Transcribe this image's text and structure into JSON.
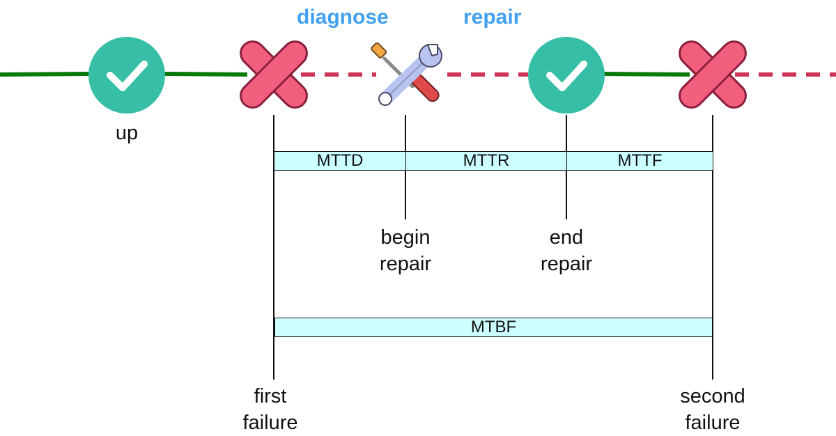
{
  "phases": {
    "diagnose": "diagnose",
    "repair": "repair"
  },
  "icons": {
    "up_check": "check-circle-icon",
    "first_failure": "x-mark-icon",
    "repair_tools": "wrench-screwdriver-icon",
    "restored_check": "check-circle-icon",
    "second_failure": "x-mark-icon"
  },
  "captions": {
    "up": "up",
    "begin_repair": [
      "begin",
      "repair"
    ],
    "end_repair": [
      "end",
      "repair"
    ],
    "first_failure": [
      "first",
      "failure"
    ],
    "second_failure": [
      "second",
      "failure"
    ]
  },
  "intervals": {
    "mttd": "MTTD",
    "mttr": "MTTR",
    "mttf": "MTTF",
    "mtbf": "MTBF"
  },
  "colors": {
    "up_line": "#0a7a0a",
    "down_line": "#cc3355",
    "phase_label": "#42a0f0",
    "check_circle": "#36bfa6",
    "x_mark": "#f25f7c",
    "x_mark_outline": "#8a1f3d",
    "interval_fill": "#ccffff"
  }
}
